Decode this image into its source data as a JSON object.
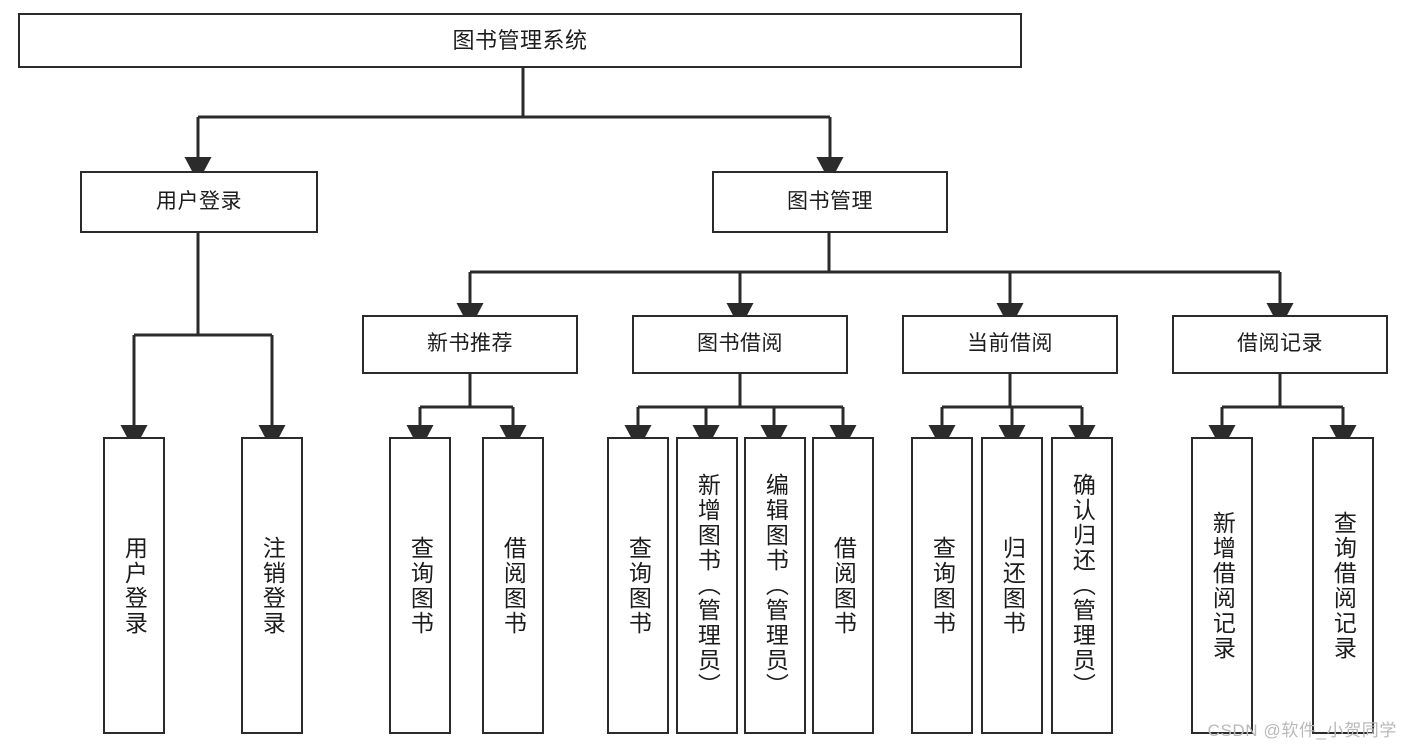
{
  "diagram": {
    "title": "图书管理系统",
    "type": "tree",
    "orientation": "top-down",
    "colors": {
      "stroke": "#2b2b2b",
      "fill": "#ffffff",
      "text": "#1c1c1c",
      "watermark": "#b9b9b9"
    }
  },
  "watermark": {
    "text": "CSDN @软件_小贺同学"
  },
  "nodes": {
    "root": {
      "label": "图书管理系统"
    },
    "level2": [
      {
        "id": "user-login",
        "label": "用户登录"
      },
      {
        "id": "book-manage",
        "label": "图书管理"
      }
    ],
    "level3": [
      {
        "id": "new-book-rec",
        "label": "新书推荐"
      },
      {
        "id": "book-borrow",
        "label": "图书借阅"
      },
      {
        "id": "current-borrow",
        "label": "当前借阅"
      },
      {
        "id": "borrow-record",
        "label": "借阅记录"
      }
    ],
    "leaves": {
      "user-login": [
        {
          "id": "leaf-user-login",
          "label": "用户登录"
        },
        {
          "id": "leaf-logout",
          "label": "注销登录"
        }
      ],
      "new-book-rec": [
        {
          "id": "leaf-query-book-1",
          "label": "查询图书"
        },
        {
          "id": "leaf-borrow-book-1",
          "label": "借阅图书"
        }
      ],
      "book-borrow": [
        {
          "id": "leaf-query-book-2",
          "label": "查询图书"
        },
        {
          "id": "leaf-add-book",
          "label": "新增图书（管理员）"
        },
        {
          "id": "leaf-edit-book",
          "label": "编辑图书（管理员）"
        },
        {
          "id": "leaf-borrow-book-2",
          "label": "借阅图书"
        }
      ],
      "current-borrow": [
        {
          "id": "leaf-query-book-3",
          "label": "查询图书"
        },
        {
          "id": "leaf-return-book",
          "label": "归还图书"
        },
        {
          "id": "leaf-confirm-return",
          "label": "确认归还（管理员）"
        }
      ],
      "borrow-record": [
        {
          "id": "leaf-add-record",
          "label": "新增借阅记录"
        },
        {
          "id": "leaf-query-record",
          "label": "查询借阅记录"
        }
      ]
    }
  }
}
